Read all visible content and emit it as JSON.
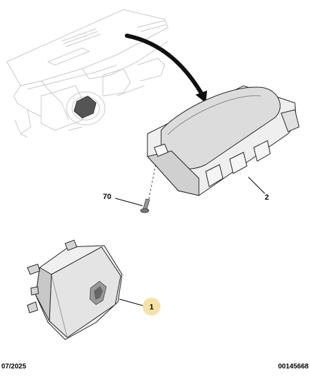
{
  "callouts": {
    "c70": "70",
    "c2": "2",
    "c1": "1"
  },
  "footer": {
    "date": "07/2025",
    "ref": "00145668"
  },
  "colors": {
    "callout_highlight": "#f7e2a6",
    "line": "#000000",
    "part_fill": "#e9e9e9",
    "faint_line": "#c8c8c8"
  }
}
